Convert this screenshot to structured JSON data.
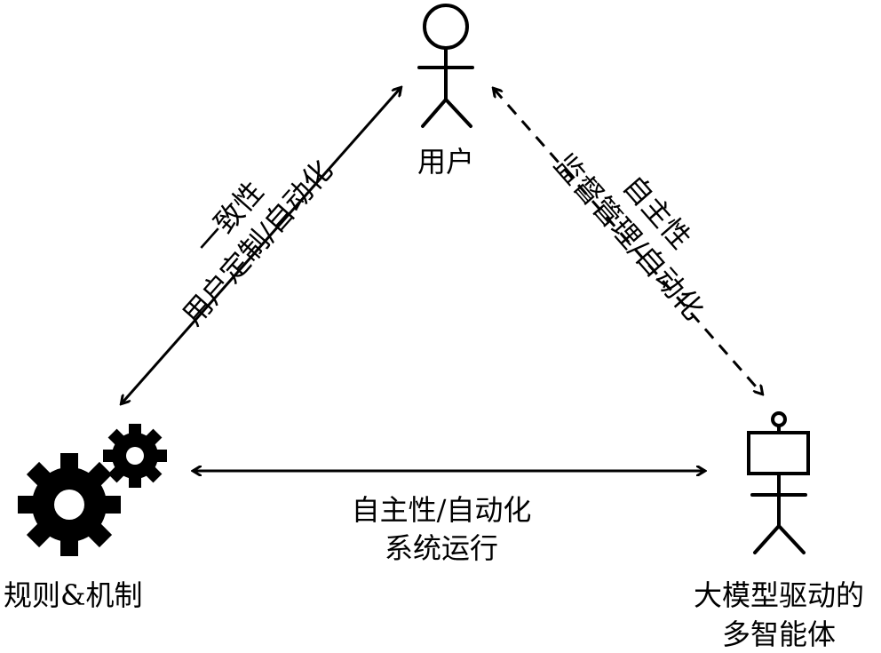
{
  "nodes": {
    "user": {
      "label": "用户"
    },
    "rules": {
      "label": "规则&机制"
    },
    "agents": {
      "label_line1": "大模型驱动的",
      "label_line2": "多智能体"
    }
  },
  "edges": {
    "user_rules": {
      "line1": "一致性",
      "line2": "用户定制/自动化"
    },
    "user_agents": {
      "line1": "自主性",
      "line2": "监督管理/自动化"
    },
    "rules_agents": {
      "line1": "自主性/自动化",
      "line2": "系统运行"
    }
  },
  "icons": {
    "user": "stick-figure-icon",
    "rules": "gears-icon",
    "agents": "robot-figure-icon"
  },
  "colors": {
    "ink": "#000000",
    "background": "#ffffff"
  }
}
